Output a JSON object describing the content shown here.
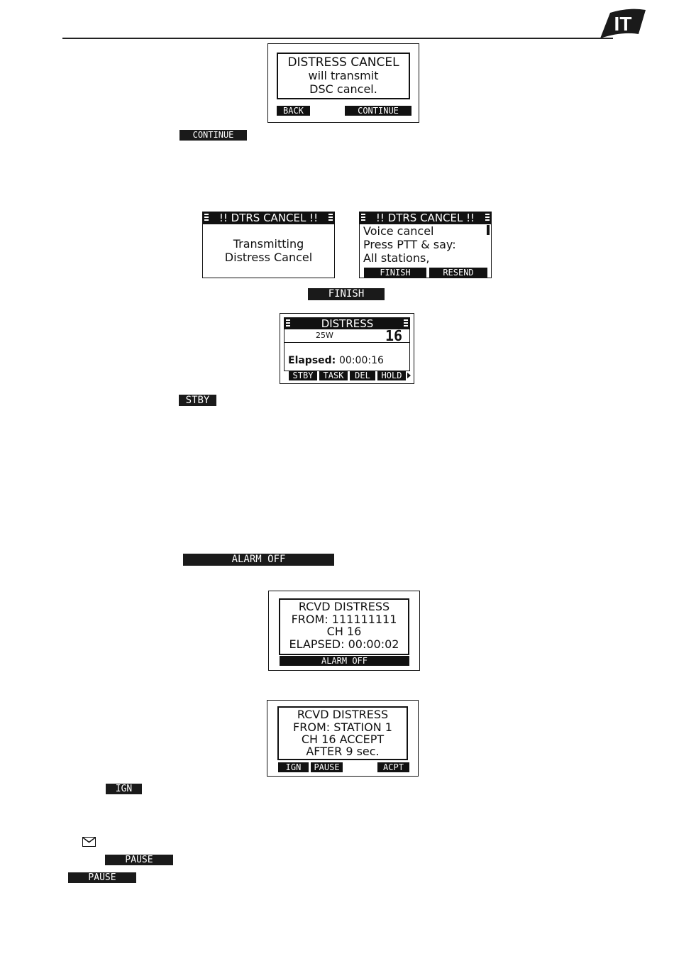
{
  "header": {
    "lang_tab": "IT"
  },
  "screen_distress_cancel": {
    "lines": [
      "DISTRESS CANCEL",
      "will transmit",
      "DSC cancel."
    ],
    "softkeys": {
      "left": "BACK",
      "right": "CONTINUE"
    }
  },
  "badge_continue": "CONTINUE",
  "screen_dtrs_transmitting": {
    "title": "!! DTRS CANCEL !!",
    "lines": [
      "Transmitting",
      "Distress Cancel"
    ]
  },
  "screen_dtrs_voice": {
    "title": "!! DTRS CANCEL !!",
    "lines": [
      "Voice cancel",
      "Press PTT & say:",
      "All stations,"
    ],
    "softkeys": {
      "left": "FINISH",
      "right": "RESEND"
    }
  },
  "badge_finish": "FINISH",
  "screen_distress": {
    "title": "DISTRESS",
    "power": "25W",
    "channel": "16",
    "elapsed_label": "Elapsed:",
    "elapsed_value": "00:00:16",
    "softkeys": [
      "STBY",
      "TASK",
      "DEL",
      "HOLD"
    ]
  },
  "badge_stby": "STBY",
  "badge_alarm_off": "ALARM OFF",
  "screen_rcvd_1": {
    "lines": [
      "RCVD DISTRESS",
      "FROM: 111111111",
      "CH 16",
      "ELAPSED: 00:00:02"
    ],
    "softkey": "ALARM OFF"
  },
  "screen_rcvd_2": {
    "lines": [
      "RCVD DISTRESS",
      "FROM: STATION 1",
      "CH 16  ACCEPT",
      "AFTER 9 sec."
    ],
    "softkeys": {
      "ign": "IGN",
      "pause": "PAUSE",
      "acpt": "ACPT"
    }
  },
  "badge_ign": "IGN",
  "badge_pause_1": "PAUSE",
  "badge_pause_2": "PAUSE"
}
